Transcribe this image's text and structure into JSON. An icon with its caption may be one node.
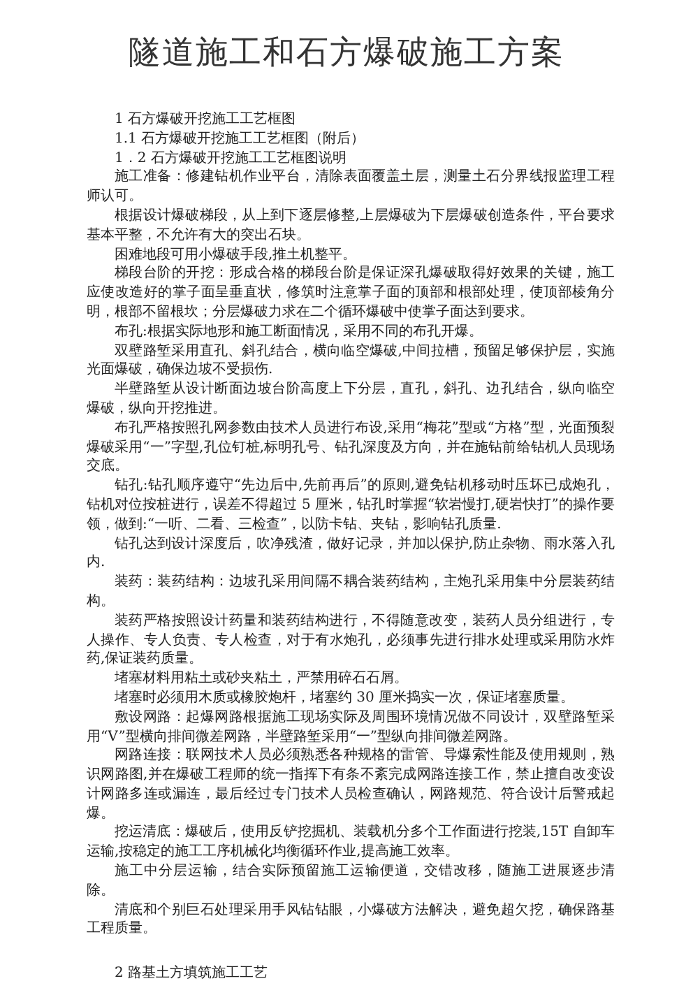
{
  "diagram": {
    "title": "隧道施工和石方爆破施工方案",
    "labels": [
      "1 石方爆破开挖施工工艺框图",
      "1.1 石方爆破开挖施工工艺框图（附后）",
      "1．2 石方爆破开挖施工工艺框图说明",
      "施工准备：修建钻机作业平台，清除表面覆盖土层，测量土石分界线报监理工程师认可。",
      "根据设计爆破梯段，从上到下逐层修整,上层爆破为下层爆破创造条件，平台要求基本平整，不允许有大的突出石块。",
      "困难地段可用小爆破手段,推土机整平。",
      "梯段台阶的开挖：形成合格的梯段台阶是保证深孔爆破取得好效果的关键，施工应使改造好的掌子面呈垂直状，修筑时注意掌子面的顶部和根部处理，使顶部棱角分明，根部不留根坎；分层爆破力求在二个循环爆破中使掌子面达到要求。",
      "布孔:根据实际地形和施工断面情况，采用不同的布孔开爆。",
      "双壁路堑采用直孔、斜孔结合，横向临空爆破,中间拉槽，预留足够保护层，实施光面爆破，确保边坡不受损伤.",
      "半壁路堑从设计断面边坡台阶高度上下分层，直孔，斜孔、边孔结合，纵向临空爆破，纵向开挖推进。",
      "布孔严格按照孔网参数由技术人员进行布设,采用“梅花”型或“方格”型，光面预裂爆破采用“一”字型,孔位钉桩,标明孔号、钻孔深度及方向，并在施钻前给钻机人员现场交底。",
      "钻孔:钻孔顺序遵守“先边后中,先前再后”的原则,避免钻机移动时压坏已成炮孔，钻机对位按桩进行，误差不得超过 5 厘米，钻孔时掌握“软岩慢打,硬岩快打”的操作要领，做到:“一听、二看、三检查”，以防卡钻、夹钻，影响钻孔质量.",
      "钻孔达到设计深度后，吹净残渣，做好记录，并加以保护,防止杂物、雨水落入孔内.",
      "装药：装药结构：边坡孔采用间隔不耦合装药结构，主炮孔采用集中分层装药结构。",
      "装药严格按照设计药量和装药结构进行，不得随意改变，装药人员分组进行，专人操作、专人负责、专人检查，对于有水炮孔，必须事先进行排水处理或采用防水炸药,保证装药质量。",
      "堵塞材料用粘土或砂夹粘土，严禁用碎石石屑。",
      "堵塞时必须用木质或橡胶炮杆，堵塞约 30 厘米捣实一次，保证堵塞质量。",
      "敷设网路：起爆网路根据施工现场实际及周围环境情况做不同设计，双壁路堑采用“V”型横向排间微差网路，半壁路堑采用“一”型纵向排间微差网路。",
      "网路连接：联网技术人员必须熟悉各种规格的雷管、导爆索性能及使用规则，熟识网路图,并在爆破工程师的统一指挥下有条不紊完成网路连接工作，禁止擅自改变设计网路多连或漏连，最后经过专门技术人员检查确认，网路规范、符合设计后警戒起爆。",
      "挖运清底：爆破后，使用反铲挖掘机、装载机分多个工作面进行挖装,15T 自卸车运输,按稳定的施工工序机械化均衡循环作业,提高施工效率。",
      "施工中分层运输，结合实际预留施工运输便道，交错改移，随施工进展逐步清除。",
      "清底和个别巨石处理采用手风钻钻眼，小爆破方法解决，避免超欠挖，确保路基工程质量。",
      "2 路基土方填筑施工工艺"
    ]
  }
}
